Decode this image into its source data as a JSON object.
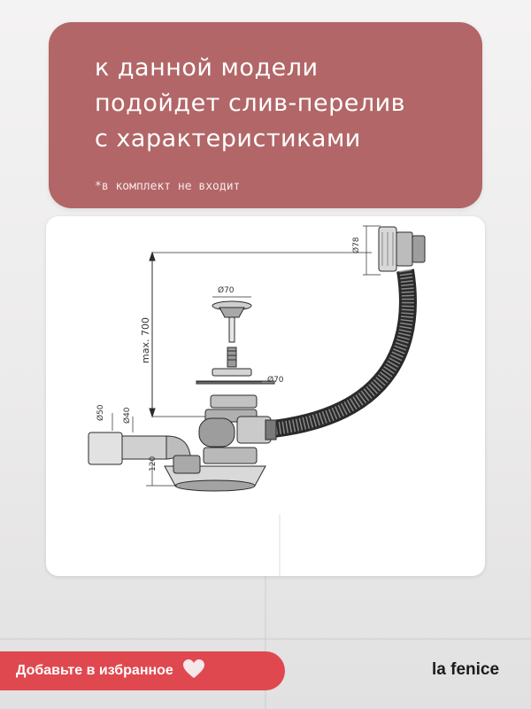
{
  "banner": {
    "lines": [
      "к данной модели",
      "подойдет слив-перелив",
      "с характеристиками"
    ],
    "note": "*в комплект не входит",
    "color": "#b26667"
  },
  "drawing": {
    "labels": {
      "d78": "Ø78",
      "d70_top": "Ø70",
      "d70_mid": "Ø70",
      "max700": "max. 700",
      "d50": "Ø50",
      "d40": "Ø40",
      "h120": "120"
    }
  },
  "favorite_button": {
    "label": "Добавьте в избранное",
    "icon": "heart-icon",
    "color": "#e0484f"
  },
  "brand": {
    "name": "la fenice"
  }
}
